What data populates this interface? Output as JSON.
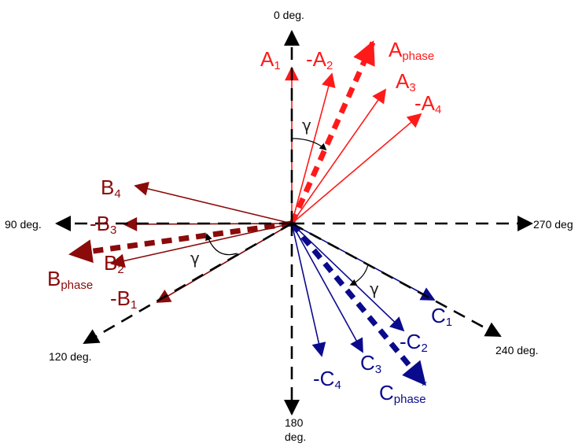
{
  "colors": {
    "axis": "#000000",
    "phase_a": "#ff1a1a",
    "phase_b": "#8b0a0a",
    "phase_c": "#0a0a8c",
    "angle_arc": "#000000"
  },
  "axes": {
    "deg_0": "0 deg.",
    "deg_90": "90 deg.",
    "deg_120": "120 deg.",
    "deg_180_line1": "180",
    "deg_180_line2": "deg.",
    "deg_240": "240 deg.",
    "deg_270": "270 deg"
  },
  "angle_label": "γ",
  "phase_a": {
    "a1": {
      "main": "A",
      "sub": "1"
    },
    "a2": {
      "main": "-A",
      "sub": "2"
    },
    "a3": {
      "main": "A",
      "sub": "3"
    },
    "a4": {
      "main": "-A",
      "sub": "4"
    },
    "aphase": {
      "main": "A",
      "sub": "phase"
    }
  },
  "phase_b": {
    "b1": {
      "main": "-B",
      "sub": "1"
    },
    "b2": {
      "main": "B",
      "sub": "2"
    },
    "b3": {
      "main": "-B",
      "sub": "3"
    },
    "b4": {
      "main": "B",
      "sub": "4"
    },
    "bphase": {
      "main": "B",
      "sub": "phase"
    }
  },
  "phase_c": {
    "c1": {
      "main": "C",
      "sub": "1"
    },
    "c2": {
      "main": "-C",
      "sub": "2"
    },
    "c3": {
      "main": "C",
      "sub": "3"
    },
    "c4": {
      "main": "-C",
      "sub": "4"
    },
    "cphase": {
      "main": "C",
      "sub": "phase"
    }
  }
}
